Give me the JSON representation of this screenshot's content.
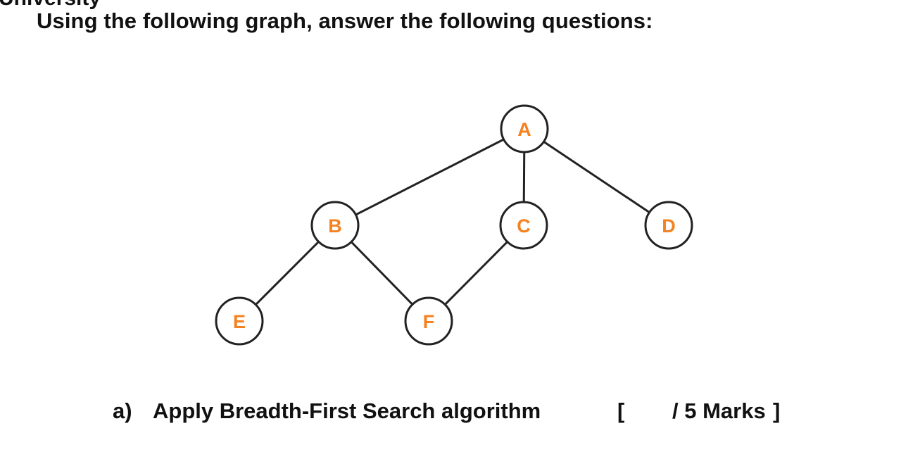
{
  "document": {
    "cut_heading": "University",
    "instruction": "Using the following graph, answer the following questions:"
  },
  "graph": {
    "node_color": "#f5811f",
    "edge_color": "#222222",
    "nodes": [
      {
        "id": "A",
        "label": "A"
      },
      {
        "id": "B",
        "label": "B"
      },
      {
        "id": "C",
        "label": "C"
      },
      {
        "id": "D",
        "label": "D"
      },
      {
        "id": "E",
        "label": "E"
      },
      {
        "id": "F",
        "label": "F"
      }
    ],
    "edges": [
      [
        "A",
        "B"
      ],
      [
        "A",
        "C"
      ],
      [
        "A",
        "D"
      ],
      [
        "B",
        "E"
      ],
      [
        "B",
        "F"
      ],
      [
        "C",
        "F"
      ]
    ]
  },
  "question_a": {
    "label": "a)",
    "text": "Apply Breadth-First Search algorithm",
    "bracket_open": "[",
    "marks": "/ 5 Marks",
    "bracket_close": "]"
  }
}
